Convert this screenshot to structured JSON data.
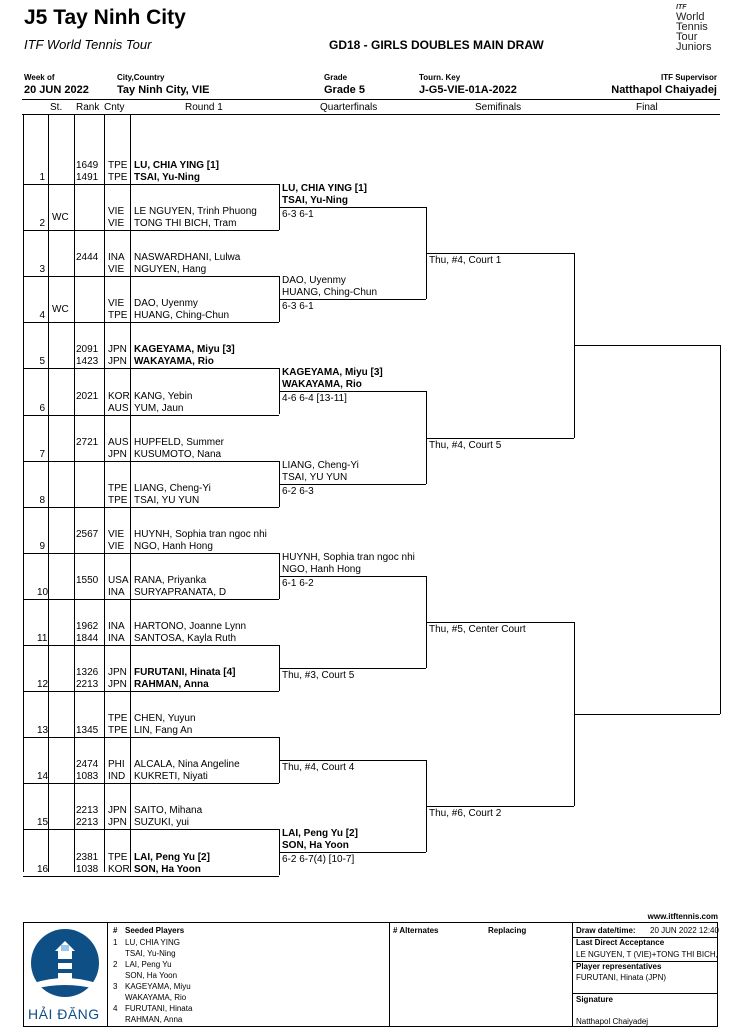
{
  "header": {
    "title": "J5 Tay Ninh City",
    "subtitle": "ITF World Tennis Tour",
    "draw_name": "GD18 - GIRLS DOUBLES MAIN DRAW",
    "logo_itf": "ITF",
    "logo_lines": [
      "World",
      "Tennis",
      "Tour",
      "Juniors"
    ]
  },
  "info": {
    "week_label": "Week of",
    "week_value": "20 JUN 2022",
    "city_label": "City,Country",
    "city_value": "Tay Ninh City, VIE",
    "grade_label": "Grade",
    "grade_value": "Grade 5",
    "key_label": "Tourn. Key",
    "key_value": "J-G5-VIE-01A-2022",
    "sup_label": "ITF Supervisor",
    "sup_value": "Natthapol Chaiyadej"
  },
  "columns": {
    "st": "St.",
    "rank": "Rank",
    "cnty": "Cnty",
    "r1": "Round 1",
    "qf": "Quarterfinals",
    "sf": "Semifinals",
    "f": "Final"
  },
  "r1": [
    {
      "no": "1",
      "st": "",
      "p1": {
        "rank": "1649",
        "cnty": "TPE",
        "name": "LU, CHIA YING [1]",
        "bold": true
      },
      "p2": {
        "rank": "1491",
        "cnty": "TPE",
        "name": "TSAI, Yu-Ning",
        "bold": true
      }
    },
    {
      "no": "2",
      "st": "WC",
      "p1": {
        "rank": "",
        "cnty": "VIE",
        "name": "LE NGUYEN, Trinh Phuong",
        "bold": false
      },
      "p2": {
        "rank": "",
        "cnty": "VIE",
        "name": "TONG THI BICH, Tram",
        "bold": false
      }
    },
    {
      "no": "3",
      "st": "",
      "p1": {
        "rank": "2444",
        "cnty": "INA",
        "name": "NASWARDHANI, Lulwa",
        "bold": false
      },
      "p2": {
        "rank": "",
        "cnty": "VIE",
        "name": "NGUYEN, Hang",
        "bold": false
      }
    },
    {
      "no": "4",
      "st": "WC",
      "p1": {
        "rank": "",
        "cnty": "VIE",
        "name": "DAO, Uyenmy",
        "bold": false
      },
      "p2": {
        "rank": "",
        "cnty": "TPE",
        "name": "HUANG, Ching-Chun",
        "bold": false
      }
    },
    {
      "no": "5",
      "st": "",
      "p1": {
        "rank": "2091",
        "cnty": "JPN",
        "name": "KAGEYAMA, Miyu [3]",
        "bold": true
      },
      "p2": {
        "rank": "1423",
        "cnty": "JPN",
        "name": "WAKAYAMA, Rio",
        "bold": true
      }
    },
    {
      "no": "6",
      "st": "",
      "p1": {
        "rank": "2021",
        "cnty": "KOR",
        "name": "KANG, Yebin",
        "bold": false
      },
      "p2": {
        "rank": "",
        "cnty": "AUS",
        "name": "YUM, Jaun",
        "bold": false
      }
    },
    {
      "no": "7",
      "st": "",
      "p1": {
        "rank": "2721",
        "cnty": "AUS",
        "name": "HUPFELD, Summer",
        "bold": false
      },
      "p2": {
        "rank": "",
        "cnty": "JPN",
        "name": "KUSUMOTO, Nana",
        "bold": false
      }
    },
    {
      "no": "8",
      "st": "",
      "p1": {
        "rank": "",
        "cnty": "TPE",
        "name": "LIANG, Cheng-Yi",
        "bold": false
      },
      "p2": {
        "rank": "",
        "cnty": "TPE",
        "name": "TSAI, YU YUN",
        "bold": false
      }
    },
    {
      "no": "9",
      "st": "",
      "p1": {
        "rank": "2567",
        "cnty": "VIE",
        "name": "HUYNH, Sophia tran ngoc nhi",
        "bold": false
      },
      "p2": {
        "rank": "",
        "cnty": "VIE",
        "name": "NGO, Hanh Hong",
        "bold": false
      }
    },
    {
      "no": "10",
      "st": "",
      "p1": {
        "rank": "1550",
        "cnty": "USA",
        "name": "RANA, Priyanka",
        "bold": false
      },
      "p2": {
        "rank": "",
        "cnty": "INA",
        "name": "SURYAPRANATA, D",
        "bold": false
      }
    },
    {
      "no": "11",
      "st": "",
      "p1": {
        "rank": "1962",
        "cnty": "INA",
        "name": "HARTONO, Joanne Lynn",
        "bold": false
      },
      "p2": {
        "rank": "1844",
        "cnty": "INA",
        "name": "SANTOSA, Kayla Ruth",
        "bold": false
      }
    },
    {
      "no": "12",
      "st": "",
      "p1": {
        "rank": "1326",
        "cnty": "JPN",
        "name": "FURUTANI, Hinata [4]",
        "bold": true
      },
      "p2": {
        "rank": "2213",
        "cnty": "JPN",
        "name": "RAHMAN, Anna",
        "bold": true
      }
    },
    {
      "no": "13",
      "st": "",
      "p1": {
        "rank": "",
        "cnty": "TPE",
        "name": "CHEN, Yuyun",
        "bold": false
      },
      "p2": {
        "rank": "1345",
        "cnty": "TPE",
        "name": "LIN, Fang An",
        "bold": false
      }
    },
    {
      "no": "14",
      "st": "",
      "p1": {
        "rank": "2474",
        "cnty": "PHI",
        "name": "ALCALA, Nina Angeline",
        "bold": false
      },
      "p2": {
        "rank": "1083",
        "cnty": "IND",
        "name": "KUKRETI, Niyati",
        "bold": false
      }
    },
    {
      "no": "15",
      "st": "",
      "p1": {
        "rank": "2213",
        "cnty": "JPN",
        "name": "SAITO, Mihana",
        "bold": false
      },
      "p2": {
        "rank": "2213",
        "cnty": "JPN",
        "name": "SUZUKI, yui",
        "bold": false
      }
    },
    {
      "no": "16",
      "st": "",
      "p1": {
        "rank": "2381",
        "cnty": "TPE",
        "name": "LAI, Peng Yu [2]",
        "bold": true
      },
      "p2": {
        "rank": "1038",
        "cnty": "KOR",
        "name": "SON, Ha Yoon",
        "bold": true
      }
    }
  ],
  "qf": [
    {
      "l1": "LU, CHIA YING [1]",
      "l2": "TSAI, Yu-Ning",
      "score": "6-3 6-1",
      "bold": true
    },
    {
      "l1": "DAO, Uyenmy",
      "l2": "HUANG, Ching-Chun",
      "score": "6-3 6-1",
      "bold": false
    },
    {
      "l1": "KAGEYAMA, Miyu [3]",
      "l2": "WAKAYAMA, Rio",
      "score": "4-6 6-4 [13-11]",
      "bold": true
    },
    {
      "l1": "LIANG, Cheng-Yi",
      "l2": "TSAI, YU YUN",
      "score": "6-2 6-3",
      "bold": false
    },
    {
      "l1": "HUYNH, Sophia tran ngoc nhi",
      "l2": "NGO, Hanh Hong",
      "score": "6-1 6-2",
      "bold": false
    },
    {
      "l1": "",
      "l2": "",
      "score": "Thu, #3, Court 5",
      "bold": false
    },
    {
      "l1": "",
      "l2": "",
      "score": "Thu, #4, Court 4",
      "bold": false
    },
    {
      "l1": "LAI, Peng Yu [2]",
      "l2": "SON, Ha Yoon",
      "score": "6-2 6-7(4) [10-7]",
      "bold": true
    }
  ],
  "sf": [
    "Thu, #4, Court 1",
    "Thu, #4, Court 5",
    "Thu, #5, Center Court",
    "Thu, #6, Court 2"
  ],
  "footer": {
    "website": "www.itftennis.com",
    "logo_text": "HẢI ĐĂNG",
    "seeded_hash": "#",
    "seeded_title": "Seeded Players",
    "seeds": [
      {
        "n": "1",
        "a": "LU, CHIA YING",
        "b": "TSAI, Yu-Ning"
      },
      {
        "n": "2",
        "a": "LAI, Peng Yu",
        "b": "SON, Ha Yoon"
      },
      {
        "n": "3",
        "a": "KAGEYAMA, Miyu",
        "b": "WAKAYAMA, Rio"
      },
      {
        "n": "4",
        "a": "FURUTANI, Hinata",
        "b": "RAHMAN, Anna"
      }
    ],
    "alternates": "# Alternates",
    "replacing": "Replacing",
    "draw_date_label": "Draw date/time:",
    "draw_date_value": "20 JUN 2022 12:40",
    "lda_label": "Last Direct Acceptance",
    "lda_value": "LE NGUYEN, T (VIE)+TONG THI BICH, T",
    "rep_label": "Player representatives",
    "rep_value": "FURUTANI, Hinata (JPN)",
    "sig_label": "Signature",
    "sig_value": "Natthapol Chaiyadej"
  }
}
